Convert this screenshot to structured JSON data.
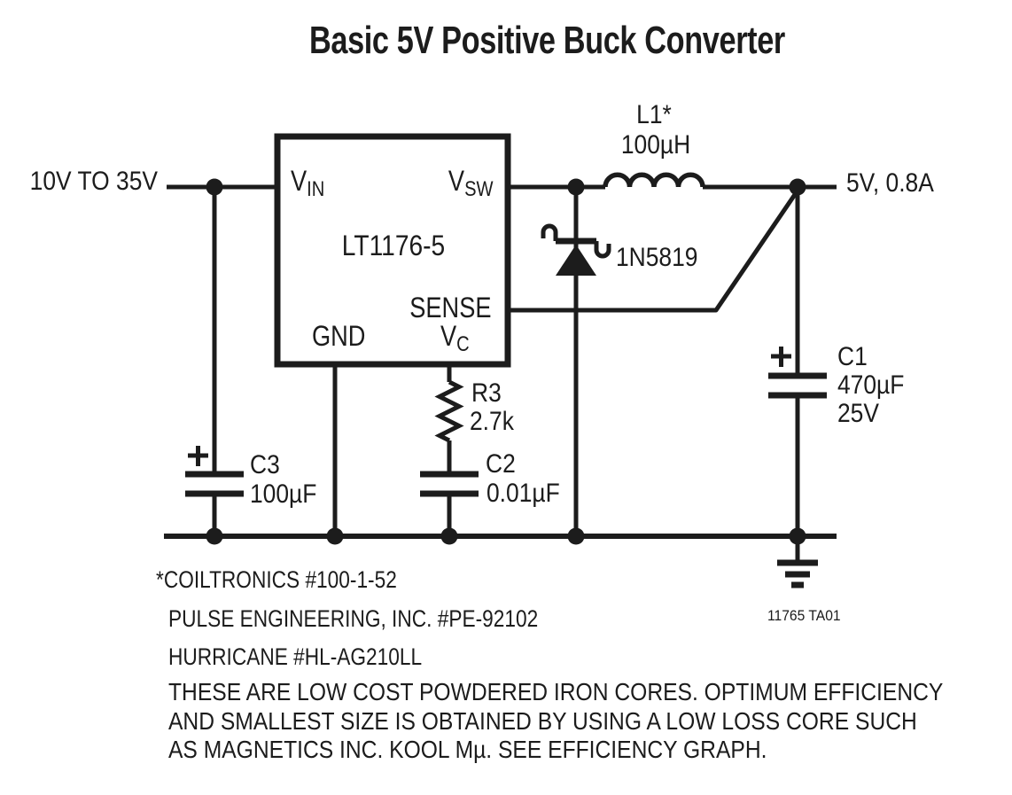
{
  "title": "Basic 5V Positive Buck Converter",
  "colors": {
    "ink": "#1c1c1c",
    "bg": "#ffffff"
  },
  "schematic": {
    "input_label": "10V TO 35V",
    "output_label": "5V, 0.8A",
    "ic": {
      "part": "LT1176-5",
      "pin_vin_main": "V",
      "pin_vin_sub": "IN",
      "pin_vsw_main": "V",
      "pin_vsw_sub": "SW",
      "pin_sense": "SENSE",
      "pin_gnd": "GND",
      "pin_vc_main": "V",
      "pin_vc_sub": "C"
    },
    "inductor": {
      "ref": "L1*",
      "value": "100µH"
    },
    "diode": {
      "part": "1N5819"
    },
    "resistor": {
      "ref": "R3",
      "value": "2.7k"
    },
    "cap_c1": {
      "ref": "C1",
      "value": "470µF",
      "rating": "25V",
      "polarity": "+"
    },
    "cap_c2": {
      "ref": "C2",
      "value": "0.01µF"
    },
    "cap_c3": {
      "ref": "C3",
      "value": "100µF",
      "polarity": "+"
    }
  },
  "notes": {
    "sources": [
      "*COILTRONICS #100-1-52",
      "PULSE ENGINEERING, INC. #PE-92102",
      "HURRICANE #HL-AG210LL"
    ],
    "paragraph": [
      "THESE ARE LOW COST POWDERED IRON CORES. OPTIMUM EFFICIENCY",
      "AND SMALLEST SIZE IS OBTAINED BY USING A LOW LOSS CORE SUCH",
      "AS MAGNETICS INC. KOOL Mµ. SEE EFFICIENCY GRAPH."
    ]
  },
  "figure_id": "11765 TA01"
}
